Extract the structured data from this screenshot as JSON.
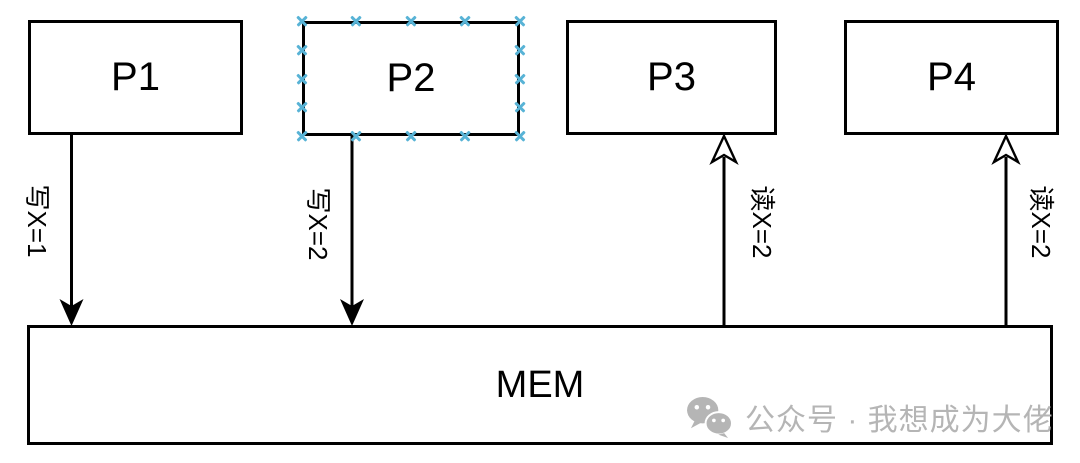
{
  "diagram": {
    "background_color": "#ffffff",
    "stroke_color": "#000000",
    "selection_handle_color": "#58b3d6",
    "nodes": [
      {
        "id": "P1",
        "label": "P1"
      },
      {
        "id": "P2",
        "label": "P2",
        "selected": true
      },
      {
        "id": "P3",
        "label": "P3"
      },
      {
        "id": "P4",
        "label": "P4"
      },
      {
        "id": "MEM",
        "label": "MEM"
      }
    ],
    "edges": [
      {
        "from": "P1",
        "to": "MEM",
        "label": "写X=1",
        "direction": "down",
        "arrowhead": "filled"
      },
      {
        "from": "P2",
        "to": "MEM",
        "label": "写X=2",
        "direction": "down",
        "arrowhead": "filled"
      },
      {
        "from": "MEM",
        "to": "P3",
        "label": "读X=2",
        "direction": "up",
        "arrowhead": "open"
      },
      {
        "from": "MEM",
        "to": "P4",
        "label": "读X=2",
        "direction": "up",
        "arrowhead": "open"
      }
    ]
  },
  "watermark": {
    "icon": "wechat-icon",
    "text": "公众号 · 我想成为大佬",
    "color": "#b5b5b5"
  }
}
